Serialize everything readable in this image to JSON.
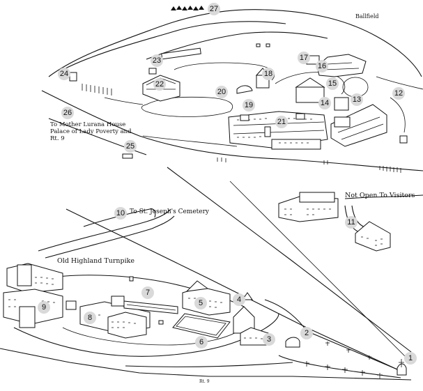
{
  "labels": {
    "ballfield": "Ballfield",
    "mother_lurana_1": "To Mother Lurana House",
    "mother_lurana_2": "Palace of Lady Poverty and",
    "mother_lurana_3": "Rt. 9",
    "st_joseph": "To St. Joseph's Cemetery",
    "not_open": "Not Open To Visitors",
    "old_highland": "Old Highland Turnpike",
    "rt9": "Rt. 9"
  },
  "markers": [
    "1",
    "2",
    "3",
    "4",
    "5",
    "6",
    "7",
    "8",
    "9",
    "10",
    "11",
    "12",
    "13",
    "14",
    "15",
    "16",
    "17",
    "18",
    "19",
    "20",
    "21",
    "22",
    "23",
    "24",
    "25",
    "26",
    "27"
  ],
  "colors": {
    "marker_fill": "#d9d9d9",
    "ink": "#111111",
    "background": "#ffffff"
  }
}
